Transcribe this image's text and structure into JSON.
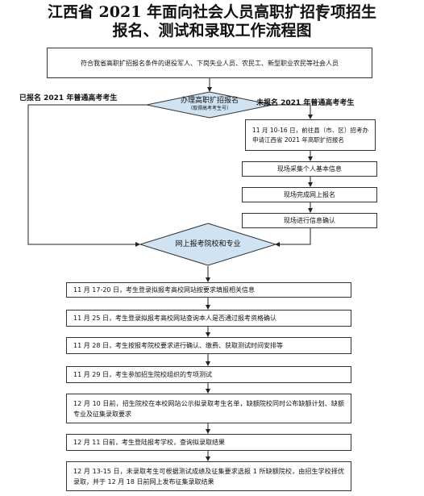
{
  "title_line1": "江西省 2021 年面向社会人员高职扩招专项招生",
  "title_line2": "报名、测试和录取工作流程图",
  "eligibility": "符合我省高职扩招报名条件的退役军人、下岗失业人员、农民工、新型职业农民等社会人员",
  "diamond1": {
    "main": "办理高职扩招报名",
    "sub": "（取得高考考生号）"
  },
  "label_registered": "已报名 2021 年普通高考考生",
  "label_unregistered": "未报名 2021 年普通高考考生",
  "county_step": "11 月 10-16 日，前往县（市、区）招考办申请江西省 2021 年高职扩招报名",
  "onsite_steps": [
    "现场采集个人基本信息",
    "现场完成网上报名",
    "现场进行信息确认"
  ],
  "diamond2": "网上报考院校和专业",
  "timeline": [
    "11 月 17-20 日，考生登录拟报考高校网站按要求填报相关信息",
    "11 月 25 日，考生登录拟报考高校网站查询本人是否通过报考资格确认",
    "11 月 28 日，考生按报考院校要求进行确认、缴费、获取测试时间安排等",
    "11 月 29 日，考生参加招生院校组织的专项测试",
    "12 月 10 日前，招生院校在本校网站公示拟录取考生名单，缺额院校同时公布缺额计划、缺额专业及征集录取要求",
    "12 月 11 日前，考生登陆报考学校，查询拟录取结果",
    "12 月 13-15 日，未录取考生可根据测试成绩及征集要求选报 1 所缺额院校，由招生学校择优录取，并于 12 月 18 日前网上发布征集录取结果"
  ]
}
